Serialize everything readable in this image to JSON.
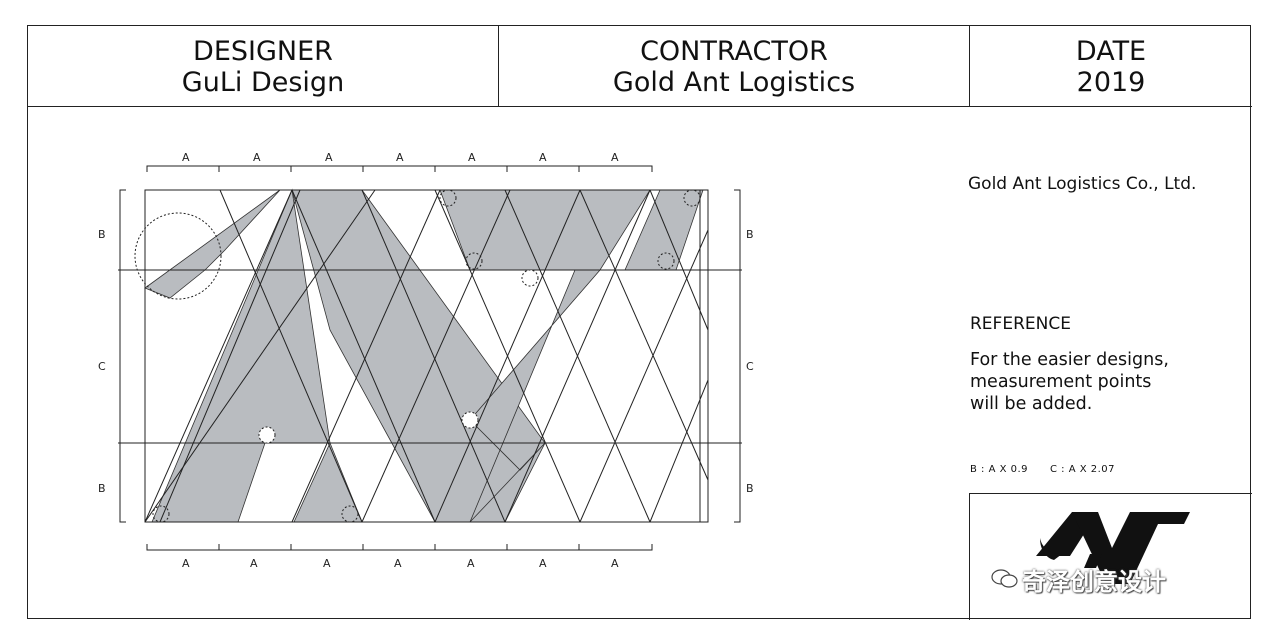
{
  "header": {
    "designer_label": "DESIGNER",
    "designer_name": "GuLi Design",
    "contractor_label": "CONTRACTOR",
    "contractor_name": "Gold Ant Logistics",
    "date_label": "DATE",
    "date_value": "2019"
  },
  "company_name": "Gold Ant Logistics Co., Ltd.",
  "reference": {
    "title": "REFERENCE",
    "line1": "For the easier designs,",
    "line2": "measurement points",
    "line3": "will be added."
  },
  "ratios": {
    "b": "B : A X 0.9",
    "c": "C : A X 2.07"
  },
  "dimension_labels": {
    "a": "A",
    "b": "B",
    "c": "C"
  },
  "watermark": "奇泽创意设计",
  "colors": {
    "fill": "#b9bcc0",
    "line": "#222222",
    "logo": "#111111"
  },
  "icons": [
    "wechat-icon"
  ]
}
